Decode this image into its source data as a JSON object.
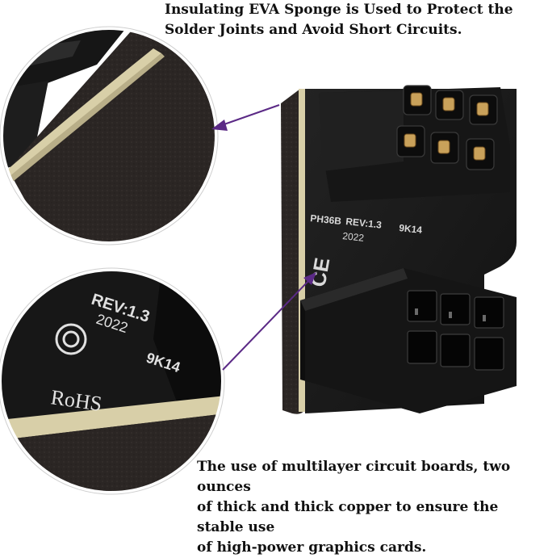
{
  "captions": {
    "top_line1": "Insulating EVA Sponge is Used to Protect the",
    "top_line2": "Solder Joints and Avoid Short Circuits.",
    "bottom_line1": "The use of multilayer circuit boards, two ounces",
    "bottom_line2": "of thick and thick copper to ensure the stable use",
    "bottom_line3": "of high-power graphics cards."
  },
  "board_markings": {
    "model": "PH36B",
    "revision": "REV:1.3",
    "year": "2022",
    "code": "9K14",
    "ce": "CE"
  },
  "zoom_markings": {
    "revision": "REV:1.3",
    "year": "2022",
    "code": "9K14",
    "rohs": "RoHS"
  },
  "colors": {
    "arrow": "#5b2a86",
    "board": "#1a1a1a",
    "sponge": "#2b2624",
    "connector": "#141414",
    "pcb_edge": "#d8cfa8"
  }
}
